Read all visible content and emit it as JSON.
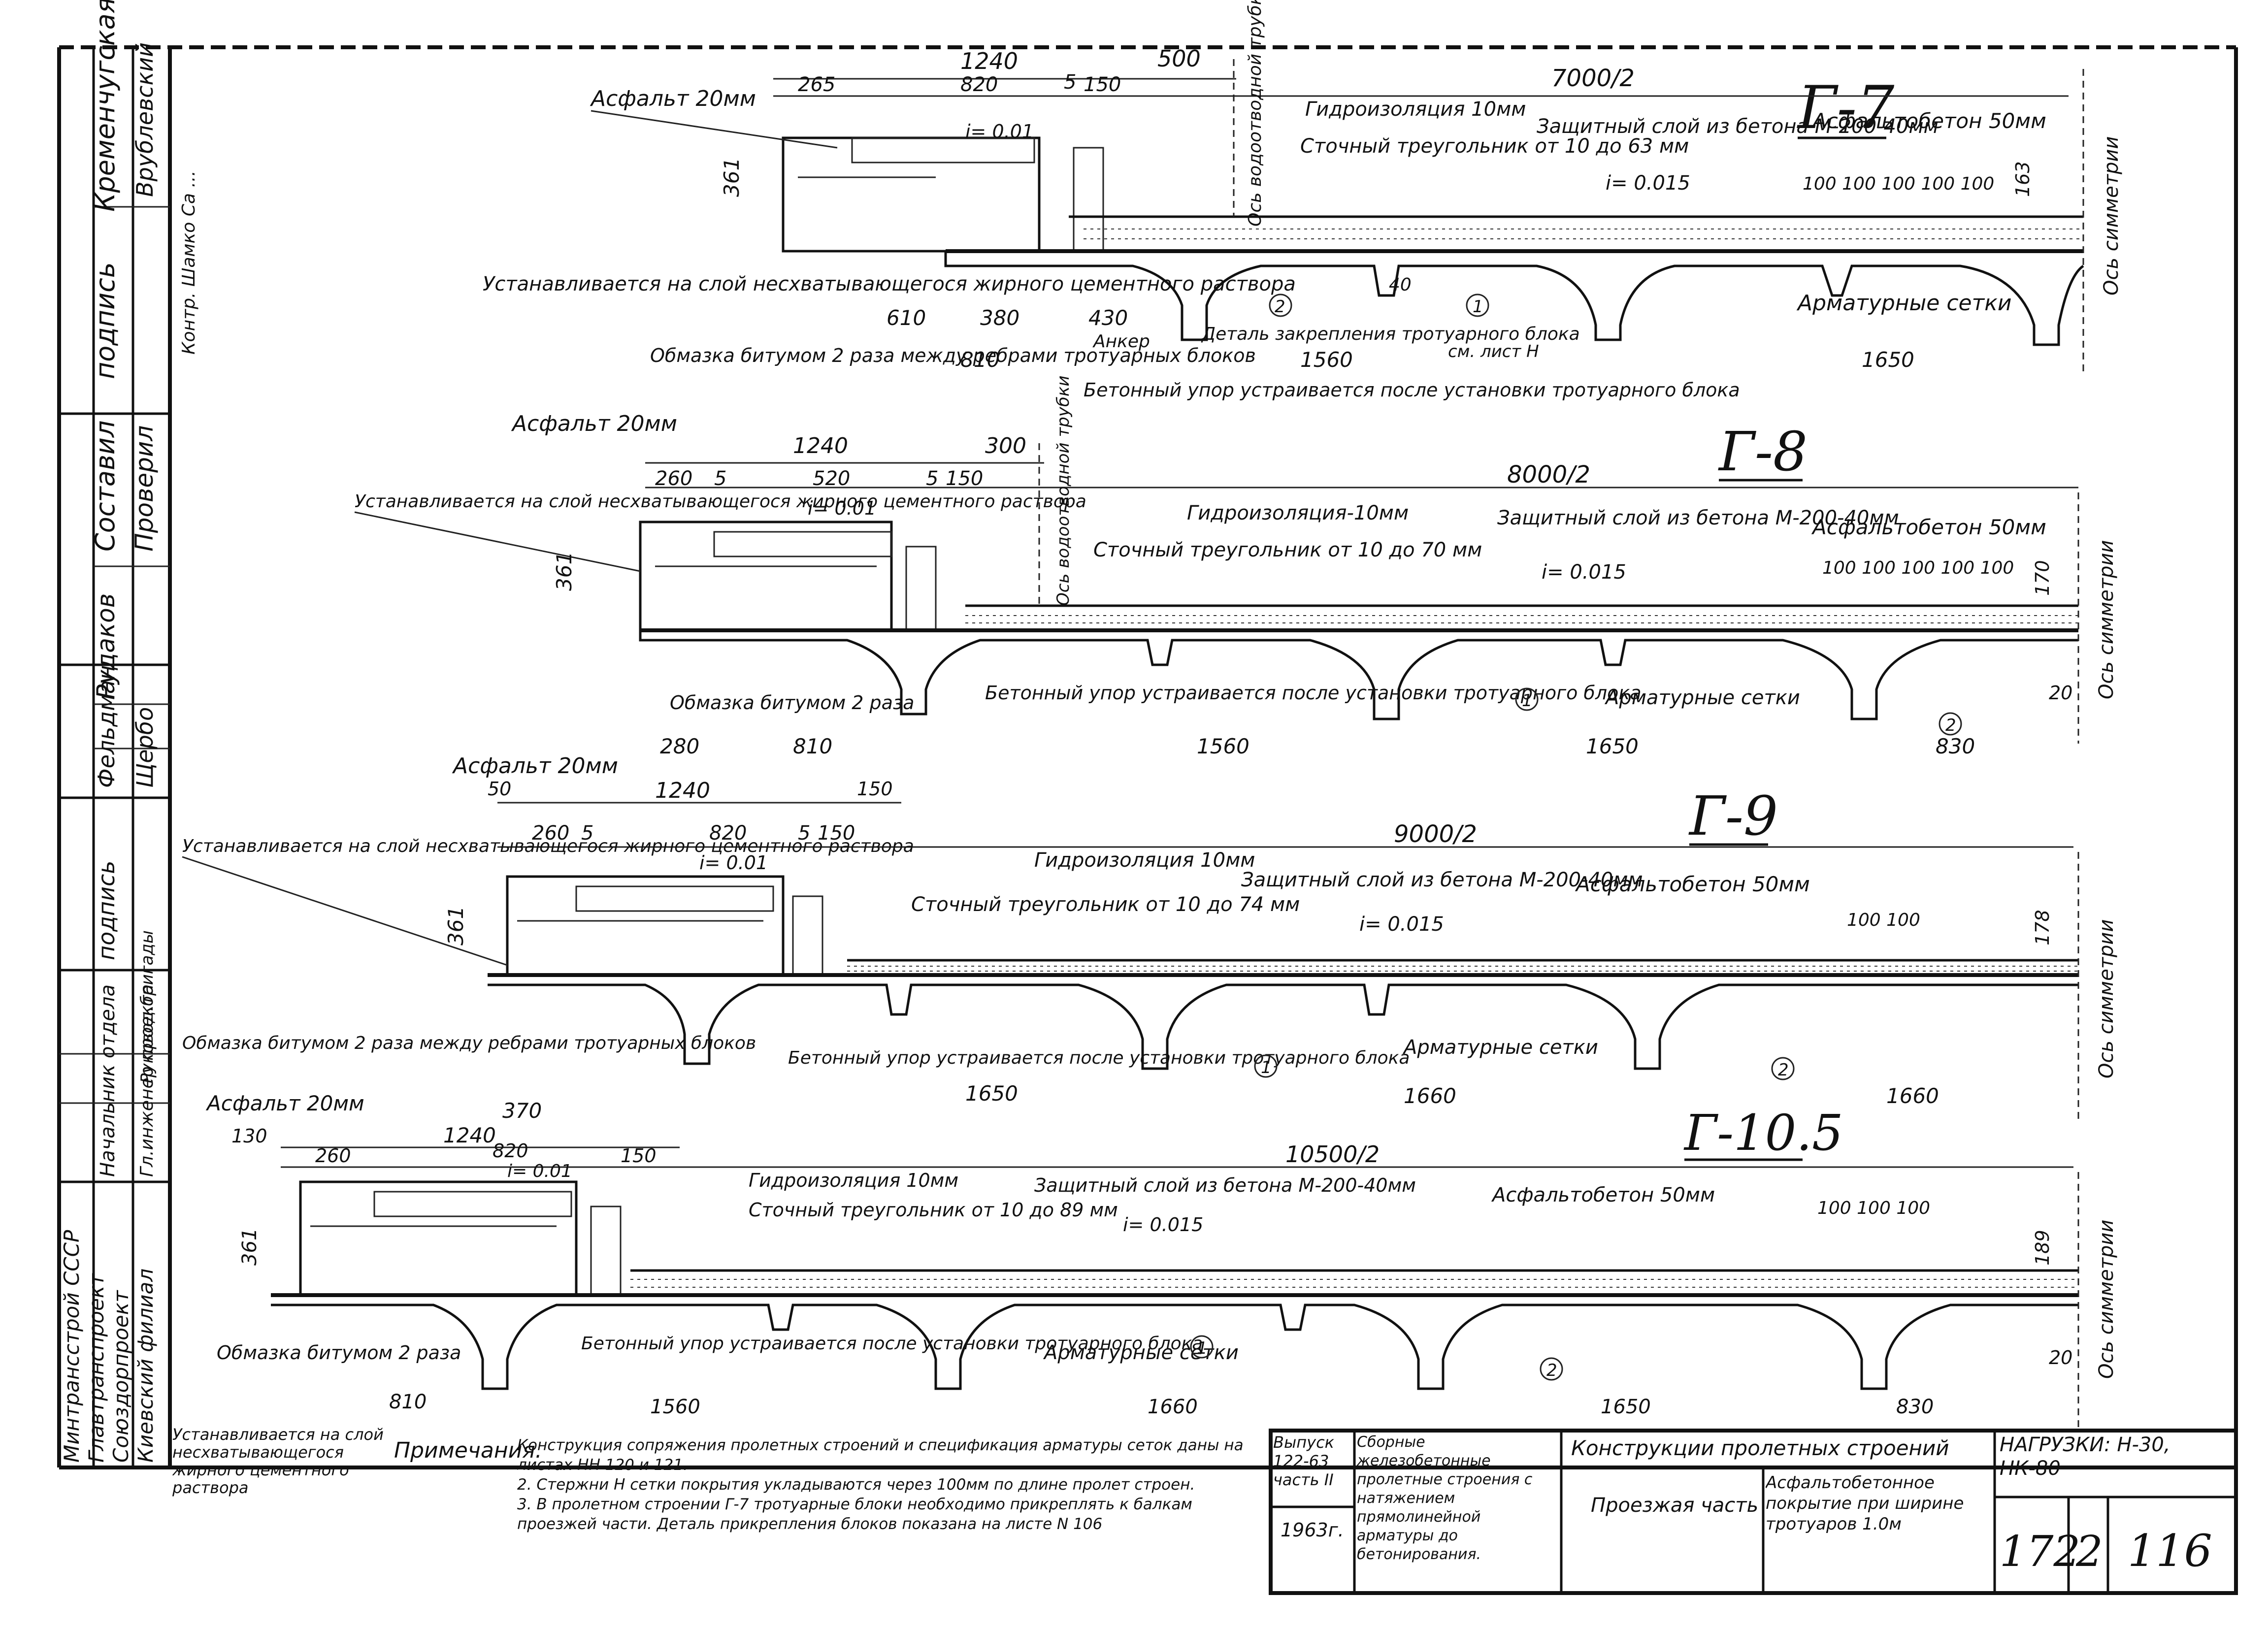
{
  "side_block": {
    "upper": [
      "Кременчугская",
      "Врублевский",
      "подпись",
      "Составил",
      "Проверил",
      "Рудаков",
      "Фельдман",
      "Щербо",
      "подпись"
    ],
    "lower": [
      "Начальник отдела",
      "Гл.инженер проекта",
      "Руковод.бригады",
      "Минтрансстрой СССР",
      "Главтранспроект",
      "Союздорпроект",
      "Киевский филиал"
    ],
    "checker_note": "Контр. Шамко Са ..."
  },
  "sections": [
    {
      "id": "Г-7",
      "title": "Г-7",
      "dims_top": [
        "1240",
        "500",
        "265",
        "820",
        "5",
        "150",
        "7000/2"
      ],
      "labels": {
        "asphalt": "Асфальт 20мм",
        "slope1": "i= 0.01",
        "waterproof": "Гидроизоляция 10мм",
        "drain": "Сточный треугольник от 10 до 63 мм",
        "protect": "Защитный слой из бетона М-200-40мм",
        "slope2": "i= 0.015",
        "asphaltconcrete": "Асфальтобетон 50мм",
        "axis_drain": "Ось водоотводной трубки",
        "axis_sym": "Ось симметрии",
        "install": "Устанавливается на слой несхватывающегося жирного цементного раствора",
        "bitumen": "Обмазка битумом 2 раза между ребрами тротуарных блоков",
        "anchor": "Анкер",
        "detail": "Деталь закрепления тротуарного блока",
        "sheet_ref": "см. лист Н",
        "stop": "Бетонный упор устраивается после установки тротуарного блока",
        "mesh": "Арматурные сетки",
        "offsets": "100 100 100 100 100",
        "h": "361",
        "h2": "163",
        "h3": "40",
        "dims_bot": [
          "610",
          "380",
          "430",
          "810",
          "1560",
          "1650"
        ],
        "marks": [
          "2",
          "1"
        ]
      }
    },
    {
      "id": "Г-8",
      "title": "Г-8",
      "dims_top": [
        "1240",
        "300",
        "260",
        "5",
        "520",
        "5",
        "150",
        "8000/2"
      ],
      "labels": {
        "asphalt": "Асфальт 20мм",
        "slope1": "i= 0.01",
        "install": "Устанавливается на слой несхватывающегося жирного цементного раствора",
        "waterproof": "Гидроизоляция-10мм",
        "drain": "Сточный треугольник от 10 до 70 мм",
        "protect": "Защитный слой из бетона М-200-40мм",
        "slope2": "i= 0.015",
        "asphaltconcrete": "Асфальтобетон 50мм",
        "axis_drain": "Ось водоотводной трубки",
        "axis_sym": "Ось симметрии",
        "bitumen": "Обмазка битумом 2 раза",
        "stop": "Бетонный упор устраивается после установки тротуарного блока",
        "mesh": "Арматурные сетки",
        "offsets": "100 100 100 100 100",
        "h": "361",
        "h2": "170",
        "h3": "20",
        "dims_bot": [
          "280",
          "810",
          "1560",
          "1650",
          "830"
        ],
        "marks": [
          "1",
          "2"
        ]
      }
    },
    {
      "id": "Г-9",
      "title": "Г-9",
      "dims_top": [
        "1240",
        "50",
        "150",
        "260",
        "5",
        "820",
        "5",
        "150",
        "9000/2"
      ],
      "labels": {
        "asphalt": "Асфальт 20мм",
        "slope1": "i= 0.01",
        "install": "Устанавливается на слой несхватывающегося жирного цементного раствора",
        "waterproof": "Гидроизоляция 10мм",
        "drain": "Сточный треугольник от 10 до 74 мм",
        "protect": "Защитный слой из бетона М-200-40мм",
        "slope2": "i= 0.015",
        "asphaltconcrete": "Асфальтобетон 50мм",
        "axis_sym": "Ось симметрии",
        "bitumen": "Обмазка битумом 2 раза между ребрами тротуарных блоков",
        "stop": "Бетонный упор устраивается после установки тротуарного блока",
        "mesh": "Арматурные сетки",
        "offsets": "100 100",
        "h": "361",
        "h2": "178",
        "dims_bot": [
          "370",
          "1650",
          "1660",
          "1660"
        ],
        "marks": [
          "1",
          "2"
        ]
      }
    },
    {
      "id": "Г-10.5",
      "title": "Г-10.5",
      "dims_top": [
        "130",
        "1240",
        "260",
        "820",
        "150",
        "10500/2"
      ],
      "labels": {
        "asphalt": "Асфальт 20мм",
        "slope1": "i= 0.01",
        "waterproof": "Гидроизоляция 10мм",
        "drain": "Сточный треугольник от 10 до 89 мм",
        "protect": "Защитный слой из бетона М-200-40мм",
        "slope2": "i= 0.015",
        "asphaltconcrete": "Асфальтобетон 50мм",
        "axis_sym": "Ось симметрии",
        "bitumen": "Обмазка битумом 2 раза",
        "stop": "Бетонный упор устраивается после установки тротуарного блока",
        "mesh": "Арматурные сетки",
        "offsets": "100 100 100",
        "h": "361",
        "h2": "189",
        "h3": "20",
        "dims_bot": [
          "810",
          "1560",
          "1660",
          "1650",
          "830"
        ],
        "marks": [
          "1",
          "2"
        ]
      }
    }
  ],
  "bottom_left": "Устанавливается на слой несхватывающегося жирного цементного раствора",
  "notes": {
    "head": "Примечания.",
    "items": [
      "Конструкция сопряжения пролетных строений и спецификация арматуры сеток даны на листах НН 120 и 121.",
      "2. Стержни Н сетки покрытия укладываются через 100мм по длине пролет строен.",
      "3. В пролетном строении Г-7 тротуарные блоки необходимо прикреплять к балкам проезжей части. Деталь прикрепления блоков показана на листе N 106"
    ]
  },
  "title_block": {
    "issue": "Выпуск 122-63 часть II",
    "year": "1963г.",
    "series": "Сборные железобетонные пролетные строения с натяжением прямолинейной арматуры до бетонирования.",
    "main": "Конструкции пролетных строений",
    "part": "Проезжая часть",
    "desc": "Асфальтобетонное покрытие при ширине тротуаров 1.0м",
    "loads": "НАГРУЗКИ: Н-30, НК-80",
    "num1": "172",
    "num2": "2",
    "num3": "116"
  }
}
